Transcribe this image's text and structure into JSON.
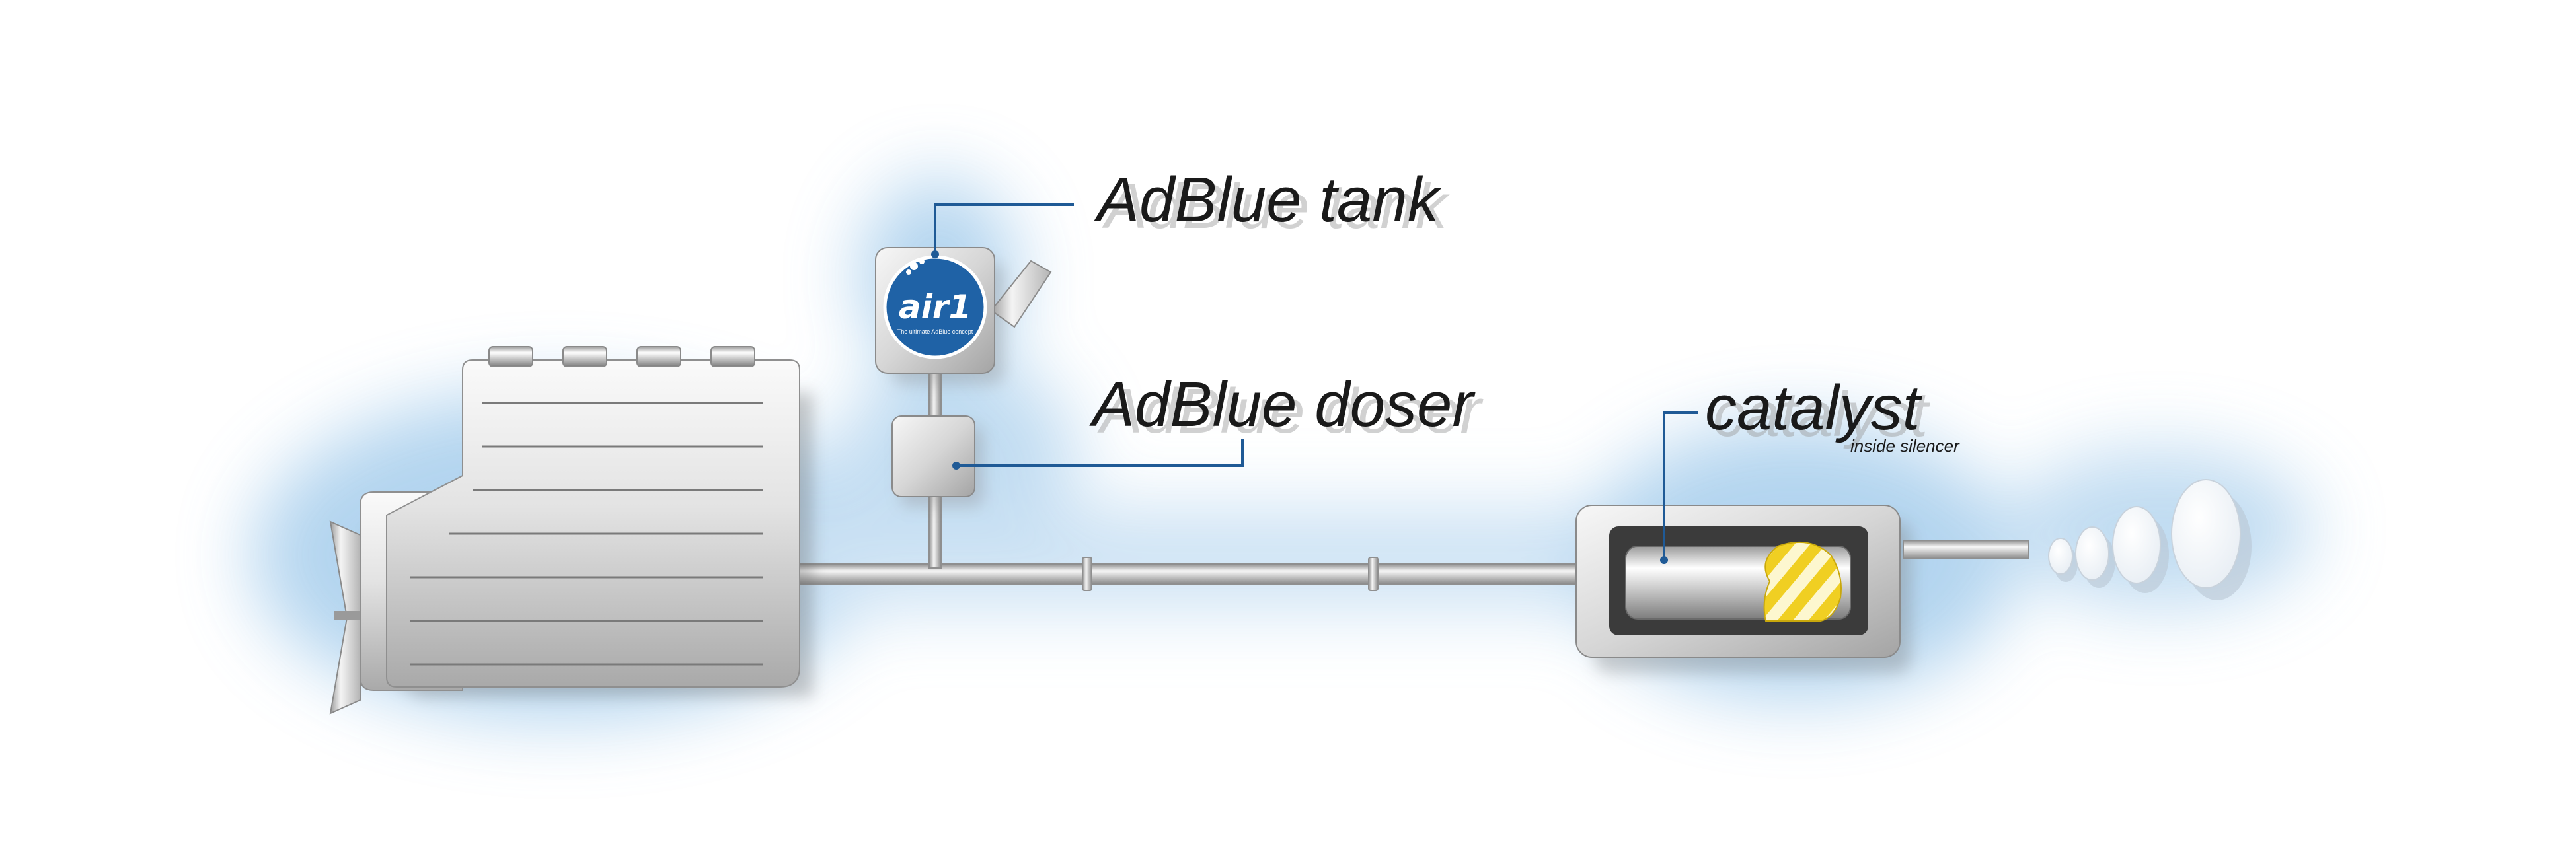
{
  "labels": {
    "tank": "AdBlue tank",
    "doser": "AdBlue doser",
    "catalyst": "catalyst",
    "catalyst_sub": "inside silencer"
  },
  "logo": {
    "brand": "air1",
    "tagline": "The ultimate AdBlue concept"
  },
  "colors": {
    "leader_line": "#1f5a96",
    "glow": "#9cc8ea",
    "logo_blue": "#1f62a6",
    "metal_light": "#f2f2f2",
    "metal_dark": "#9a9a9a",
    "catalyst_stripe": "#f2d22b"
  }
}
